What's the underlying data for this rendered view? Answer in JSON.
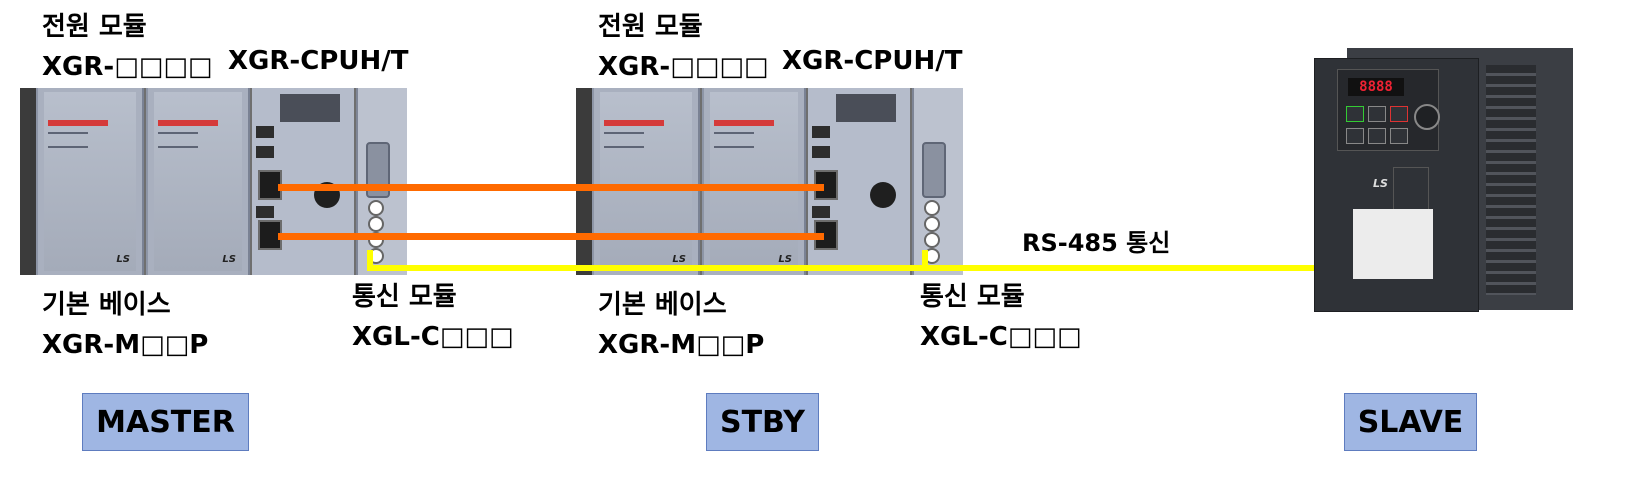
{
  "master": {
    "power_label": "전원 모듈",
    "power_model": "XGR-□□□□",
    "cpu_model": "XGR-CPUH/T",
    "base_label": "기본 베이스",
    "base_model": "XGR-M□□P",
    "comm_label": "통신 모듈",
    "comm_model": "XGL-C□□□",
    "role": "MASTER"
  },
  "standby": {
    "power_label": "전원 모듈",
    "power_model": "XGR-□□□□",
    "cpu_model": "XGR-CPUH/T",
    "base_label": "기본 베이스",
    "base_model": "XGR-M□□P",
    "comm_label": "통신 모듈",
    "comm_model": "XGL-C□□□",
    "role": "STBY"
  },
  "slave": {
    "role": "SLAVE",
    "display": "8888",
    "brand": "LS"
  },
  "link": {
    "label": "RS-485 통신"
  },
  "module_brand": "LS",
  "colors": {
    "sync_cable": "#ff6a00",
    "rs485_cable": "#ffff00",
    "role_box": "#9fb6e3"
  }
}
